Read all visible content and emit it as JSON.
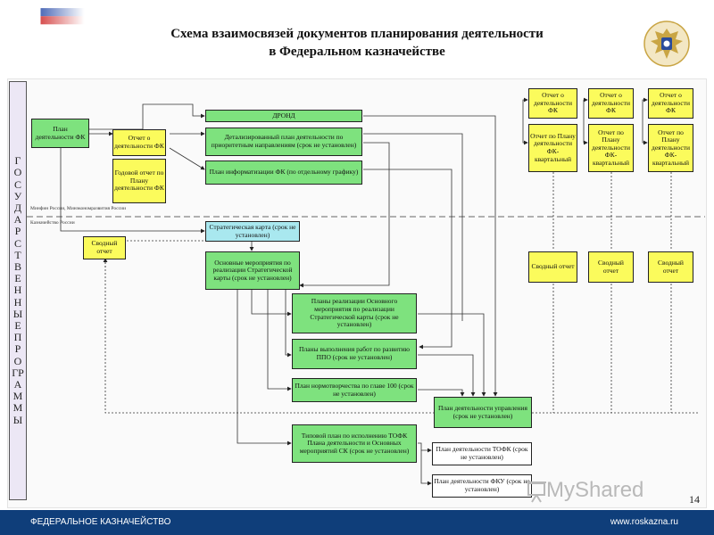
{
  "header": {
    "title_line1": "Схема взаимосвязей документов планирования деятельности",
    "title_line2": "в Федеральном казначействе"
  },
  "sidebar": {
    "label": "ГОСУДАРСТВЕННЫЕ ПРОГРАММЫ"
  },
  "zones": {
    "minfin": "Минфин России, Минэкономразвития России",
    "treasury": "Казначейство России"
  },
  "boxes": {
    "plan_fk": "План деятельности ФК",
    "report_fk": "Отчет о деятельности ФК",
    "annual_report": "Годовой отчет по Плану деятельности ФК",
    "drond": "ДРОНД",
    "detailed_plan": "Детализированный план деятельности по приоритетным направлениям (срок не установлен)",
    "informatization_plan": "План информатизации ФК (по отдельному графику)",
    "summary_left": "Сводный отчет",
    "strategic_map": "Стратегическая карта (срок не установлен)",
    "main_measures": "Основные мероприятия по реализации Стратегической карты (срок не установлен)",
    "impl_plans": "Планы реализации Основного мероприятия по реализации Стратегической карты (срок не установлен)",
    "ppo_plans": "Планы выполнения работ по развитию ППО (срок не установлен)",
    "norm_plan": "План нормотворчества по главе 100 (срок не установлен)",
    "dept_plan": "План деятельности управления (срок не установлен)",
    "tofk_typical": "Типовой план по исполнению ТОФК Плана деятельности и Основных мероприятий СК (срок не установлен)",
    "tofk_plan": "План деятельности ТОФК (срок не установлен)",
    "fku_plan": "План деятельности ФКУ (срок не установлен)"
  },
  "right_columns": [
    {
      "report": "Отчет о деятельности ФК",
      "quarterly": "Отчет по Плану деятельности ФК-квартальный",
      "summary": "Сводный отчет"
    },
    {
      "report": "Отчет о деятельности ФК",
      "quarterly": "Отчет по Плану деятельности ФК-квартальный",
      "summary": "Сводный отчет"
    },
    {
      "report": "Отчет о деятельности ФК",
      "quarterly": "Отчет по Плану деятельности ФК-квартальный",
      "summary": "Сводный отчет"
    }
  ],
  "footer": {
    "org": "ФЕДЕРАЛЬНОЕ КАЗНАЧЕЙСТВО",
    "url": "www.roskazna.ru"
  },
  "page_number": "14",
  "watermark": "MyShared",
  "colors": {
    "green_box": "#7ee27e",
    "yellow_box": "#fbfb5c",
    "cyan_box": "#a9e8ef",
    "footer": "#0f3e7a"
  }
}
